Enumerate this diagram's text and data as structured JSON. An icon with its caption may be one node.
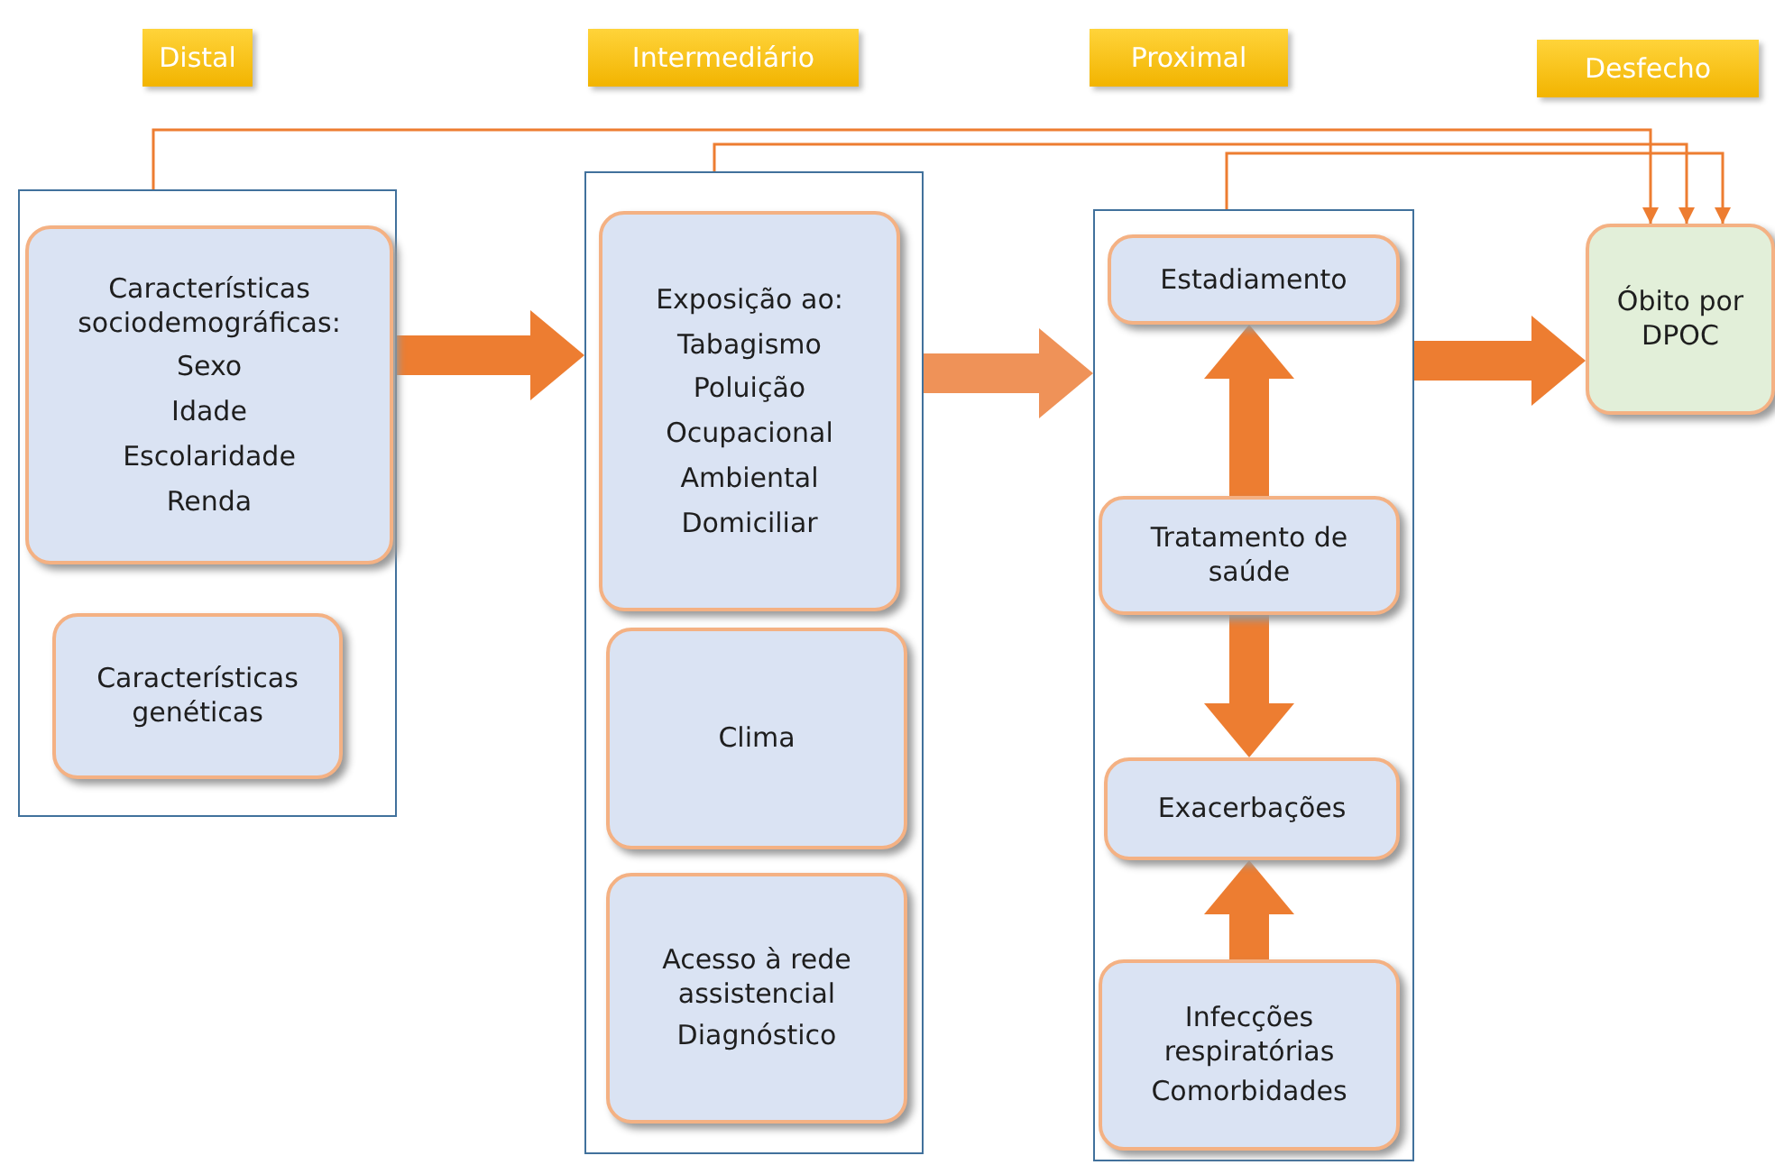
{
  "diagram": {
    "nodes": [
      {
        "text": [
          "Distal"
        ]
      },
      {
        "text": [
          "Intermediário"
        ]
      },
      {
        "text": [
          "Proximal"
        ]
      },
      {
        "text": [
          "Desfecho"
        ]
      },
      {
        "text": [],
        "shape": "box"
      },
      {
        "text": [
          "Características sociodemográficas:",
          "Sexo",
          "Idade",
          "Escolaridade",
          "Renda"
        ],
        "in": 4
      },
      {
        "text": [
          "Características genéticas"
        ],
        "in": 4
      },
      {
        "text": [],
        "shape": "box"
      },
      {
        "text": [
          "Exposição ao:",
          "Tabagismo",
          "Poluição",
          "Ocupacional",
          "Ambiental",
          "Domiciliar"
        ],
        "in": 7
      },
      {
        "text": [
          "Clima"
        ],
        "in": 7
      },
      {
        "text": [
          "Acesso à rede assistencial",
          "Diagnóstico"
        ],
        "in": 7
      },
      {
        "text": [],
        "shape": "box"
      },
      {
        "text": [
          "Estadiamento"
        ],
        "in": 11
      },
      {
        "text": [
          "Tratamento de saúde"
        ],
        "in": 11
      },
      {
        "text": [
          "Exacerbações"
        ],
        "in": 11
      },
      {
        "text": [
          "Infecções respiratórias",
          "Comorbidades"
        ],
        "in": 11
      },
      {
        "text": [
          "Óbito por DPOC"
        ]
      }
    ],
    "edges": [
      {
        "from": 4,
        "to": 7,
        "arrow": "to"
      },
      {
        "from": 7,
        "to": 11,
        "arrow": "to",
        "color": "#ef9258"
      },
      {
        "from": 11,
        "to": 16,
        "arrow": "to"
      },
      {
        "from": 13,
        "to": 12,
        "arrow": "to"
      },
      {
        "from": 13,
        "to": 14,
        "arrow": "to"
      },
      {
        "from": 15,
        "to": 14,
        "arrow": "to"
      },
      {
        "from": 4,
        "to": 16,
        "arrow": "to"
      },
      {
        "from": 7,
        "to": 16,
        "arrow": "to"
      },
      {
        "from": 11,
        "to": 16,
        "arrow": "to"
      }
    ]
  }
}
